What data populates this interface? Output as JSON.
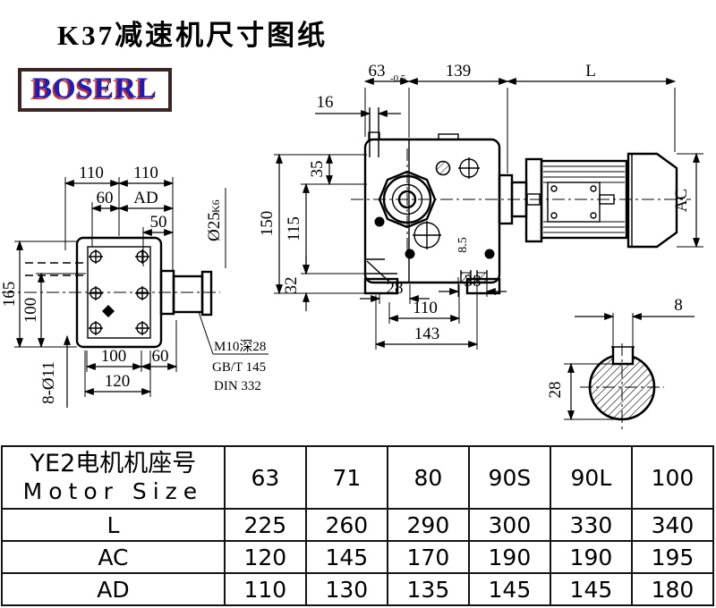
{
  "page": {
    "title": "K37减速机尺寸图纸"
  },
  "logo": {
    "text": "BOSERL"
  },
  "left_view": {
    "dim_110_left": "110",
    "dim_110_right": "110",
    "dim_60_top": "60",
    "dim_ad": "AD",
    "dim_50": "50",
    "shaft_label": "Ø25",
    "shaft_label_suffix": "K6",
    "dim_165": "165",
    "dim_100_vert": "100",
    "holes_label": "8-Ø11",
    "dim_100_bottom": "100",
    "dim_60_bottom": "60",
    "dim_120": "120",
    "note_line1": "M10深28",
    "note_line2": "GB/T 145",
    "note_line3": "DIN 332"
  },
  "side_view": {
    "dim_63": "63",
    "dim_63_tol": "-0.5",
    "dim_139": "139",
    "dim_l": "L",
    "dim_16": "16",
    "dim_35": "35",
    "dim_115": "115",
    "dim_150": "150",
    "dim_32": "32",
    "dim_85": "8.5",
    "dim_28": "28",
    "dim_38": "38",
    "dim_110": "110",
    "dim_143": "143",
    "dim_ac": "AC"
  },
  "section_view": {
    "dim_8": "8",
    "dim_28": "28"
  },
  "table": {
    "header": {
      "line1": "YE2电机机座号",
      "line2": "Motor Size"
    },
    "columns": [
      "63",
      "71",
      "80",
      "90S",
      "90L",
      "100"
    ],
    "rows": [
      {
        "label": "L",
        "values": [
          "225",
          "260",
          "290",
          "300",
          "330",
          "340"
        ]
      },
      {
        "label": "AC",
        "values": [
          "120",
          "145",
          "170",
          "190",
          "190",
          "195"
        ]
      },
      {
        "label": "AD",
        "values": [
          "110",
          "130",
          "135",
          "145",
          "145",
          "180"
        ]
      }
    ]
  }
}
